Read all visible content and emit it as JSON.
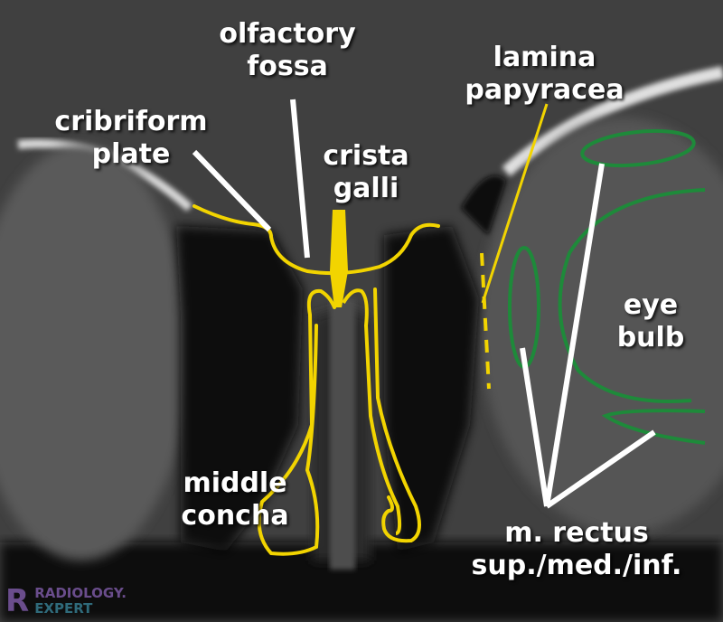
{
  "labels": {
    "olfactory_fossa": [
      "olfactory",
      "fossa"
    ],
    "lamina_papyracea": [
      "lamina",
      "papyracea"
    ],
    "cribriform_plate": [
      "cribriform",
      "plate"
    ],
    "crista_galli": [
      "crista",
      "galli"
    ],
    "eye_bulb": [
      "eye",
      "bulb"
    ],
    "middle_concha": [
      "middle",
      "concha"
    ],
    "m_rectus": [
      "m. rectus",
      "sup./med./inf."
    ]
  },
  "logo": {
    "mark": "R",
    "line1": "RADIOLOGY.",
    "line2": "EXPERT"
  },
  "colors": {
    "bone_outline": "#f2d400",
    "muscle_outline": "#1e8a3a",
    "pointer": "#ffffff",
    "logo_purple": "#6a4d8c",
    "logo_teal": "#2f6a7a"
  }
}
